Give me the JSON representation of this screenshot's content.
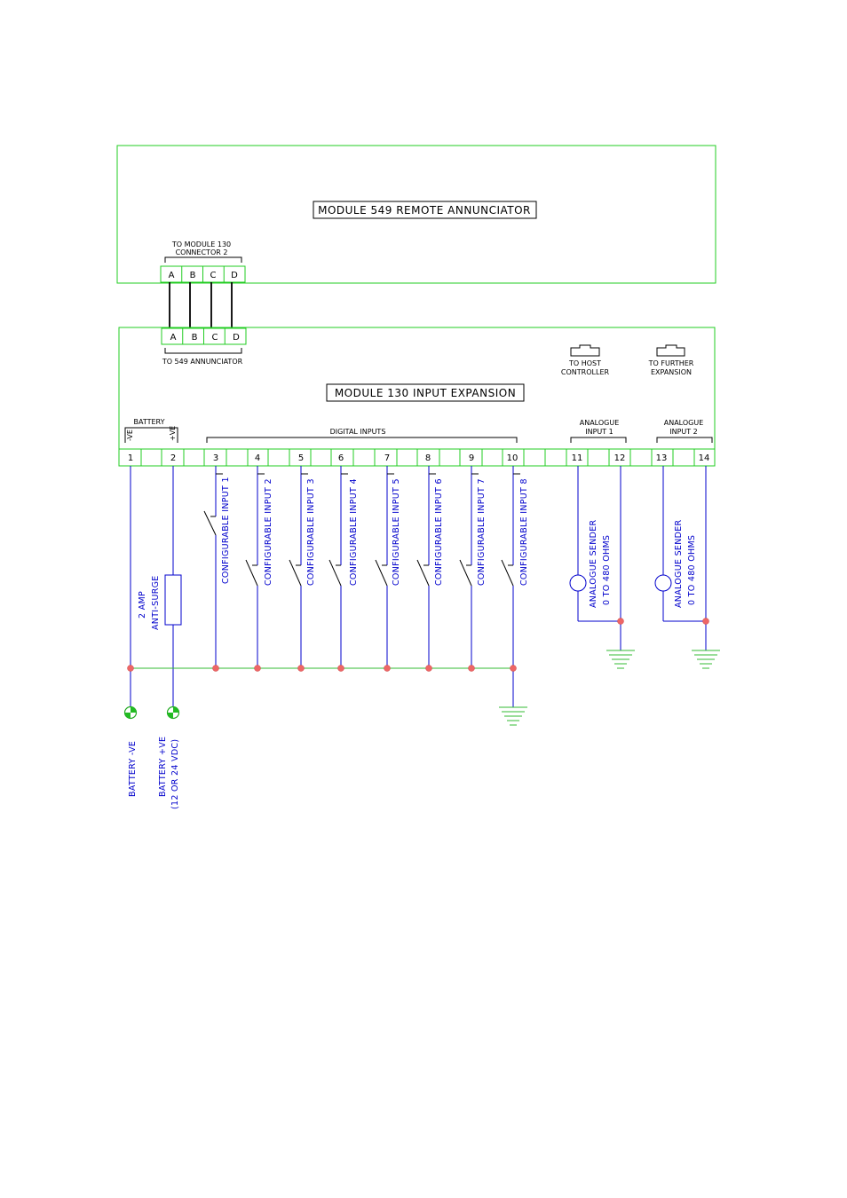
{
  "annunciator": {
    "title": "MODULE  549  REMOTE  ANNUNCIATOR",
    "connector_label_1": "TO  MODULE  130",
    "connector_label_2": "CONNECTOR  2",
    "pins": [
      "A",
      "B",
      "C",
      "D"
    ]
  },
  "expansion": {
    "title": "MODULE  130  INPUT  EXPANSION",
    "connector_label": "TO  549  ANNUNCIATOR",
    "pins": [
      "A",
      "B",
      "C",
      "D"
    ],
    "host_label_1": "TO  HOST",
    "host_label_2": "CONTROLLER",
    "further_label_1": "TO  FURTHER",
    "further_label_2": "EXPANSION"
  },
  "groups": {
    "battery": "BATTERY",
    "neg": "-VE",
    "pos": "+VE",
    "digital": "DIGITAL  INPUTS",
    "analogue1_line1": "ANALOGUE",
    "analogue1_line2": "INPUT  1",
    "analogue2_line1": "ANALOGUE",
    "analogue2_line2": "INPUT  2"
  },
  "terminals": [
    "1",
    "2",
    "3",
    "4",
    "5",
    "6",
    "7",
    "8",
    "9",
    "10",
    "11",
    "12",
    "13",
    "14"
  ],
  "inputs": [
    "CONFIGURABLE  INPUT  1",
    "CONFIGURABLE  INPUT  2",
    "CONFIGURABLE  INPUT  3",
    "CONFIGURABLE  INPUT  4",
    "CONFIGURABLE  INPUT  5",
    "CONFIGURABLE  INPUT  6",
    "CONFIGURABLE  INPUT  7",
    "CONFIGURABLE  INPUT  8"
  ],
  "fuse": {
    "line1": "2  AMP",
    "line2": "ANTI-SURGE"
  },
  "sender": {
    "line1": "ANALOGUE  SENDER",
    "line2": "0  TO  480  OHMS"
  },
  "battery_labels": {
    "neg": "BATTERY  -VE",
    "pos": "BATTERY  +VE",
    "pos_note": "(12  OR  24  VDC)"
  }
}
